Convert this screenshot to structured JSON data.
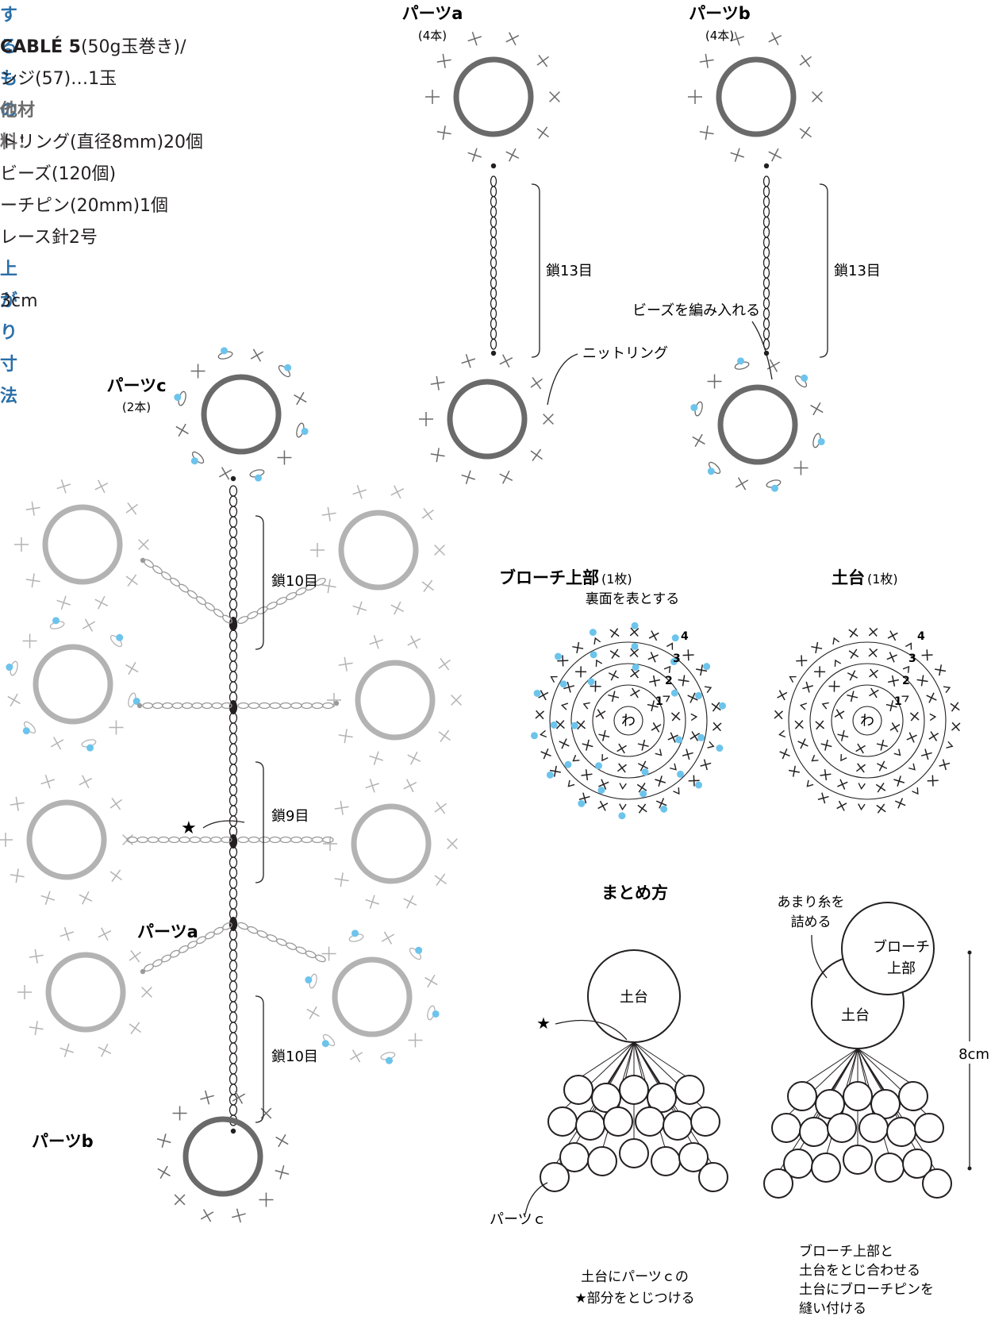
{
  "materials": {
    "heading": "するもの",
    "yarn_name": "CABLÉ 5",
    "yarn_spec": "(50g玉巻き)/",
    "yarn_color": "ンジ(57)…1玉",
    "other_heading": "他材料：",
    "items": [
      "トリング(直径8mm)20個",
      "ビーズ(120個)",
      "ーチピン(20mm)1個",
      "レース針2号"
    ],
    "size_heading": "上がり寸法",
    "size_value": "3cm"
  },
  "parts": {
    "a": {
      "label": "パーツa",
      "count": "(4本)",
      "chain": "鎖13目",
      "ring_note": "ニットリング"
    },
    "b": {
      "label": "パーツb",
      "count": "(4本)",
      "chain": "鎖13目",
      "bead_note": "ビーズを編み入れる"
    },
    "c": {
      "label": "パーツc",
      "count": "(2本)",
      "chain_top": "鎖10目",
      "chain_mid": "鎖9目",
      "chain_bottom": "鎖10目",
      "star": "★"
    },
    "side_a": "パーツa",
    "side_b": "パーツb"
  },
  "top_part": {
    "title": "ブローチ上部",
    "count": "(1枚)",
    "note": "裏面を表とする",
    "center": "わ",
    "rounds": [
      "1",
      "2",
      "3",
      "4"
    ]
  },
  "base": {
    "title": "土台",
    "count": "(1枚)",
    "center": "わ",
    "rounds": [
      "1",
      "2",
      "3",
      "4"
    ]
  },
  "assembly": {
    "title": "まとめ方",
    "base_label": "土台",
    "star": "★",
    "parts_c_label": "パーツｃ",
    "caption1": [
      "土台にパーツｃの",
      "★部分をとじつける"
    ],
    "stuff_note": [
      "あまり糸を",
      "詰める"
    ],
    "top_label": [
      "ブローチ",
      "上部"
    ],
    "base_label2": "土台",
    "size": "8cm",
    "caption2": [
      "ブローチ上部と",
      "土台をとじ合わせる",
      "土台にブローチピンを",
      "縫い付ける"
    ]
  },
  "colors": {
    "ring_dark": "#6a6a6a",
    "ring_light": "#b3b3b3",
    "bead": "#6cc4ec",
    "heading": "#2a6fa8"
  }
}
